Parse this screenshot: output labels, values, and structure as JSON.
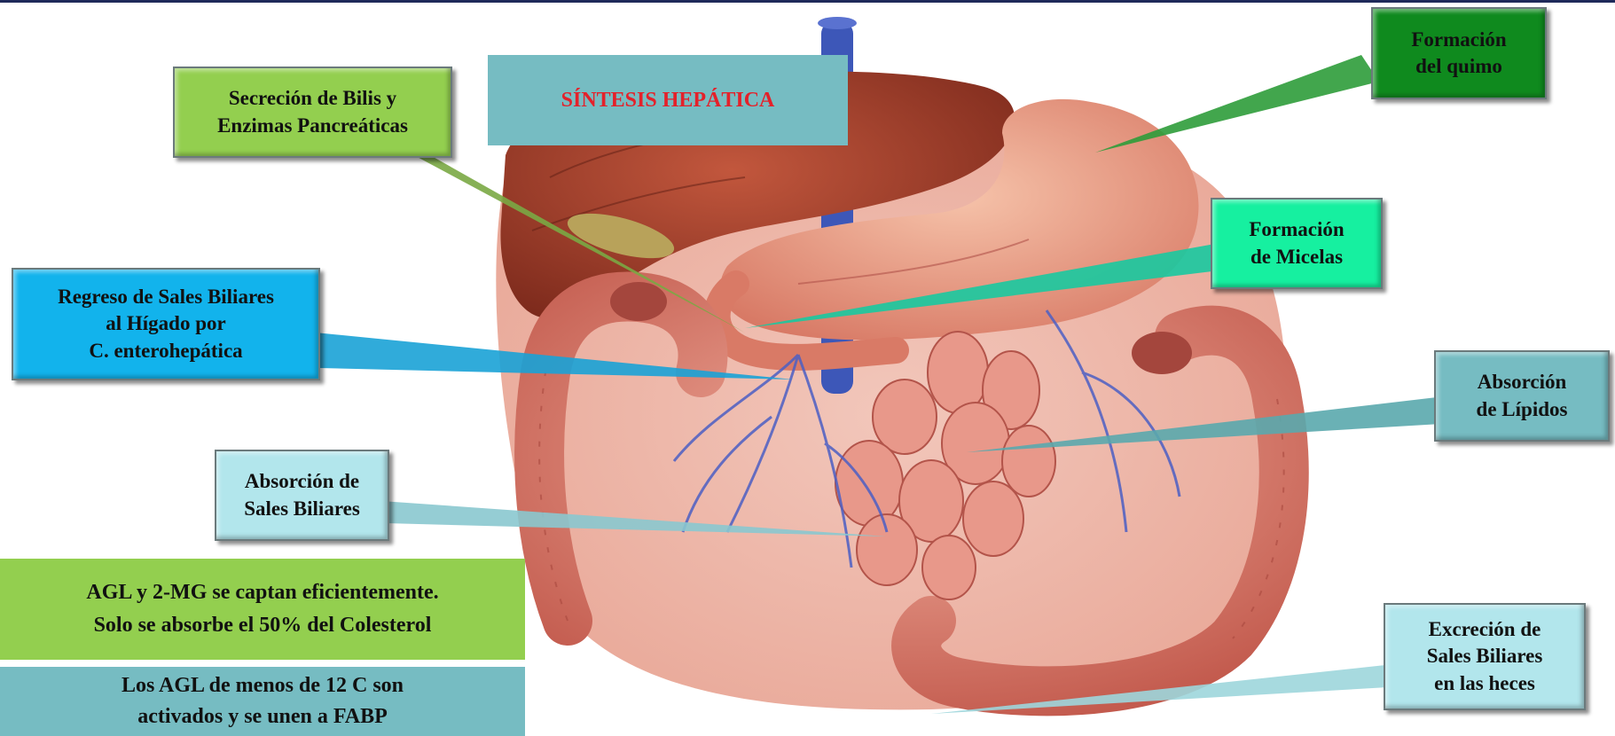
{
  "title": "SÍNTESIS HEPÁTICA",
  "colors": {
    "title_text": "#e4212a",
    "light_green": "#93cf4f",
    "dark_green": "#0f8a1e",
    "mint": "#16f0a0",
    "blue": "#12b3ec",
    "teal": "#76bcc2",
    "pale_cyan": "#b2e6ec"
  },
  "labels": {
    "secrecion": "Secreción de  Bilis y\nEnzimas  Pancreáticas",
    "quimo": "Formación\ndel quimo",
    "micelas": "Formación\nde Micelas",
    "regreso": "Regreso de Sales  Biliares\nal Hígado por\nC. enterohepática",
    "absorcion_lipidos": "Absorción\nde Lípidos",
    "absorcion_sales": "Absorción  de\nSales  Biliares",
    "excrecion": "Excreción de\nSales  Biliares\nen   las heces"
  },
  "notes": {
    "agl_2mg": "AGL y 2-MG se captan  eficientemente.\nSolo se absorbe el 50% del Colesterol",
    "agl_12c": "Los AGL de menos de 12 C son\nactivados y se unen a FABP"
  },
  "illustration": "digestive-system"
}
